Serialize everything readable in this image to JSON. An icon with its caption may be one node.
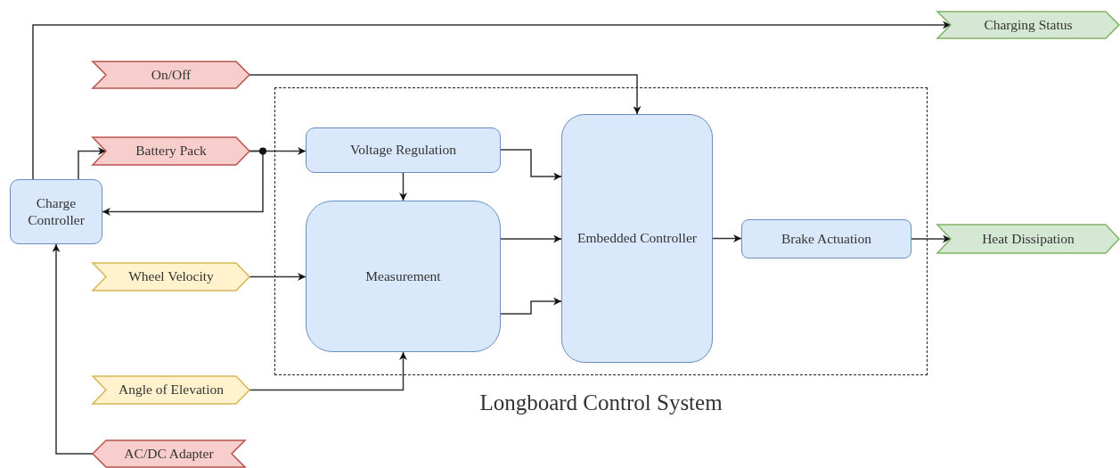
{
  "diagram": {
    "nodes": [
      {
        "text": [
          "Charging Status"
        ]
      },
      {
        "text": [
          "On/Off"
        ]
      },
      {
        "text": [
          "Longboard Control System"
        ]
      },
      {
        "text": [
          "Voltage Regulation"
        ],
        "in": 2
      },
      {
        "text": [
          "Embedded Controller"
        ],
        "in": 2
      },
      {
        "text": [
          "Battery Pack"
        ]
      },
      {
        "text": [
          "Charge Controller"
        ]
      },
      {
        "text": [
          "Measurement"
        ],
        "in": 2
      },
      {
        "text": [
          "Brake Actuation"
        ],
        "in": 2
      },
      {
        "text": [
          "Heat Dissipation"
        ]
      },
      {
        "text": [
          "Wheel Velocity"
        ]
      },
      {
        "text": [
          "Angle of Elevation"
        ]
      },
      {
        "text": [
          "AC/DC Adapter"
        ]
      }
    ],
    "edges": [
      {
        "from": 6,
        "to": 0,
        "arrow": "to"
      },
      {
        "from": 1,
        "to": 4,
        "arrow": "to"
      },
      {
        "from": 6,
        "to": 5,
        "arrow": "to"
      },
      {
        "from": 5,
        "to": 3,
        "arrow": "to"
      },
      {
        "from": 5,
        "to": 6,
        "arrow": "to"
      },
      {
        "from": 3,
        "to": 4,
        "arrow": "to"
      },
      {
        "from": 3,
        "to": 7,
        "arrow": "to"
      },
      {
        "from": 7,
        "to": 4,
        "arrow": "to"
      },
      {
        "from": 7,
        "to": 4,
        "arrow": "to"
      },
      {
        "from": 4,
        "to": 8,
        "arrow": "to"
      },
      {
        "from": 8,
        "to": 9,
        "arrow": "to"
      },
      {
        "from": 10,
        "to": 7,
        "arrow": "to"
      },
      {
        "from": 11,
        "to": 7,
        "arrow": "to"
      },
      {
        "from": 12,
        "to": 6,
        "arrow": "to"
      }
    ]
  }
}
